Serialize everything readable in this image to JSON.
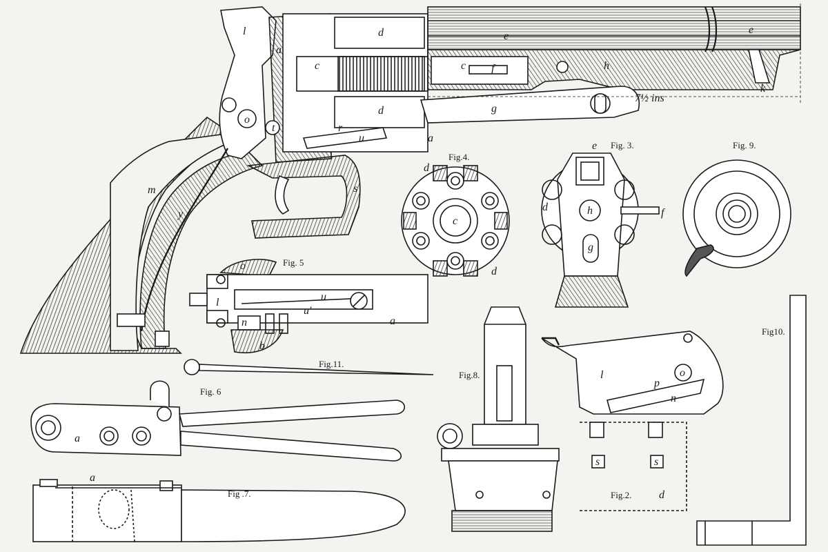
{
  "plate": {
    "background": "#f4f3ef",
    "ink": "#1a1a1a",
    "hatch": "#3a3a3a"
  },
  "figures": {
    "fig2": "Fig.2.",
    "fig3": "Fig. 3.",
    "fig4": "Fig.4.",
    "fig5": "Fig. 5",
    "fig6": "Fig. 6",
    "fig7": "Fig .7.",
    "fig8": "Fig.8.",
    "fig9": "Fig. 9.",
    "fig10": "Fig10.",
    "fig11": "Fig.11."
  },
  "dimension": "7½ ins",
  "labels": {
    "main": [
      "l",
      "a",
      "d",
      "e",
      "e",
      "c",
      "c",
      "f",
      "h",
      "k",
      "d",
      "g",
      "o",
      "t",
      "r",
      "u",
      "a",
      "m",
      "y",
      "s"
    ],
    "fig2": [
      "l",
      "o",
      "p",
      "n",
      "s",
      "s",
      "d"
    ],
    "fig3": [
      "e",
      "d",
      "h",
      "f",
      "g"
    ],
    "fig4": [
      "d",
      "c",
      "d"
    ],
    "fig5": [
      "o",
      "u",
      "l",
      "u'",
      "a",
      "n",
      "b"
    ],
    "fig6": [
      "a"
    ],
    "fig7": [
      "a"
    ]
  }
}
